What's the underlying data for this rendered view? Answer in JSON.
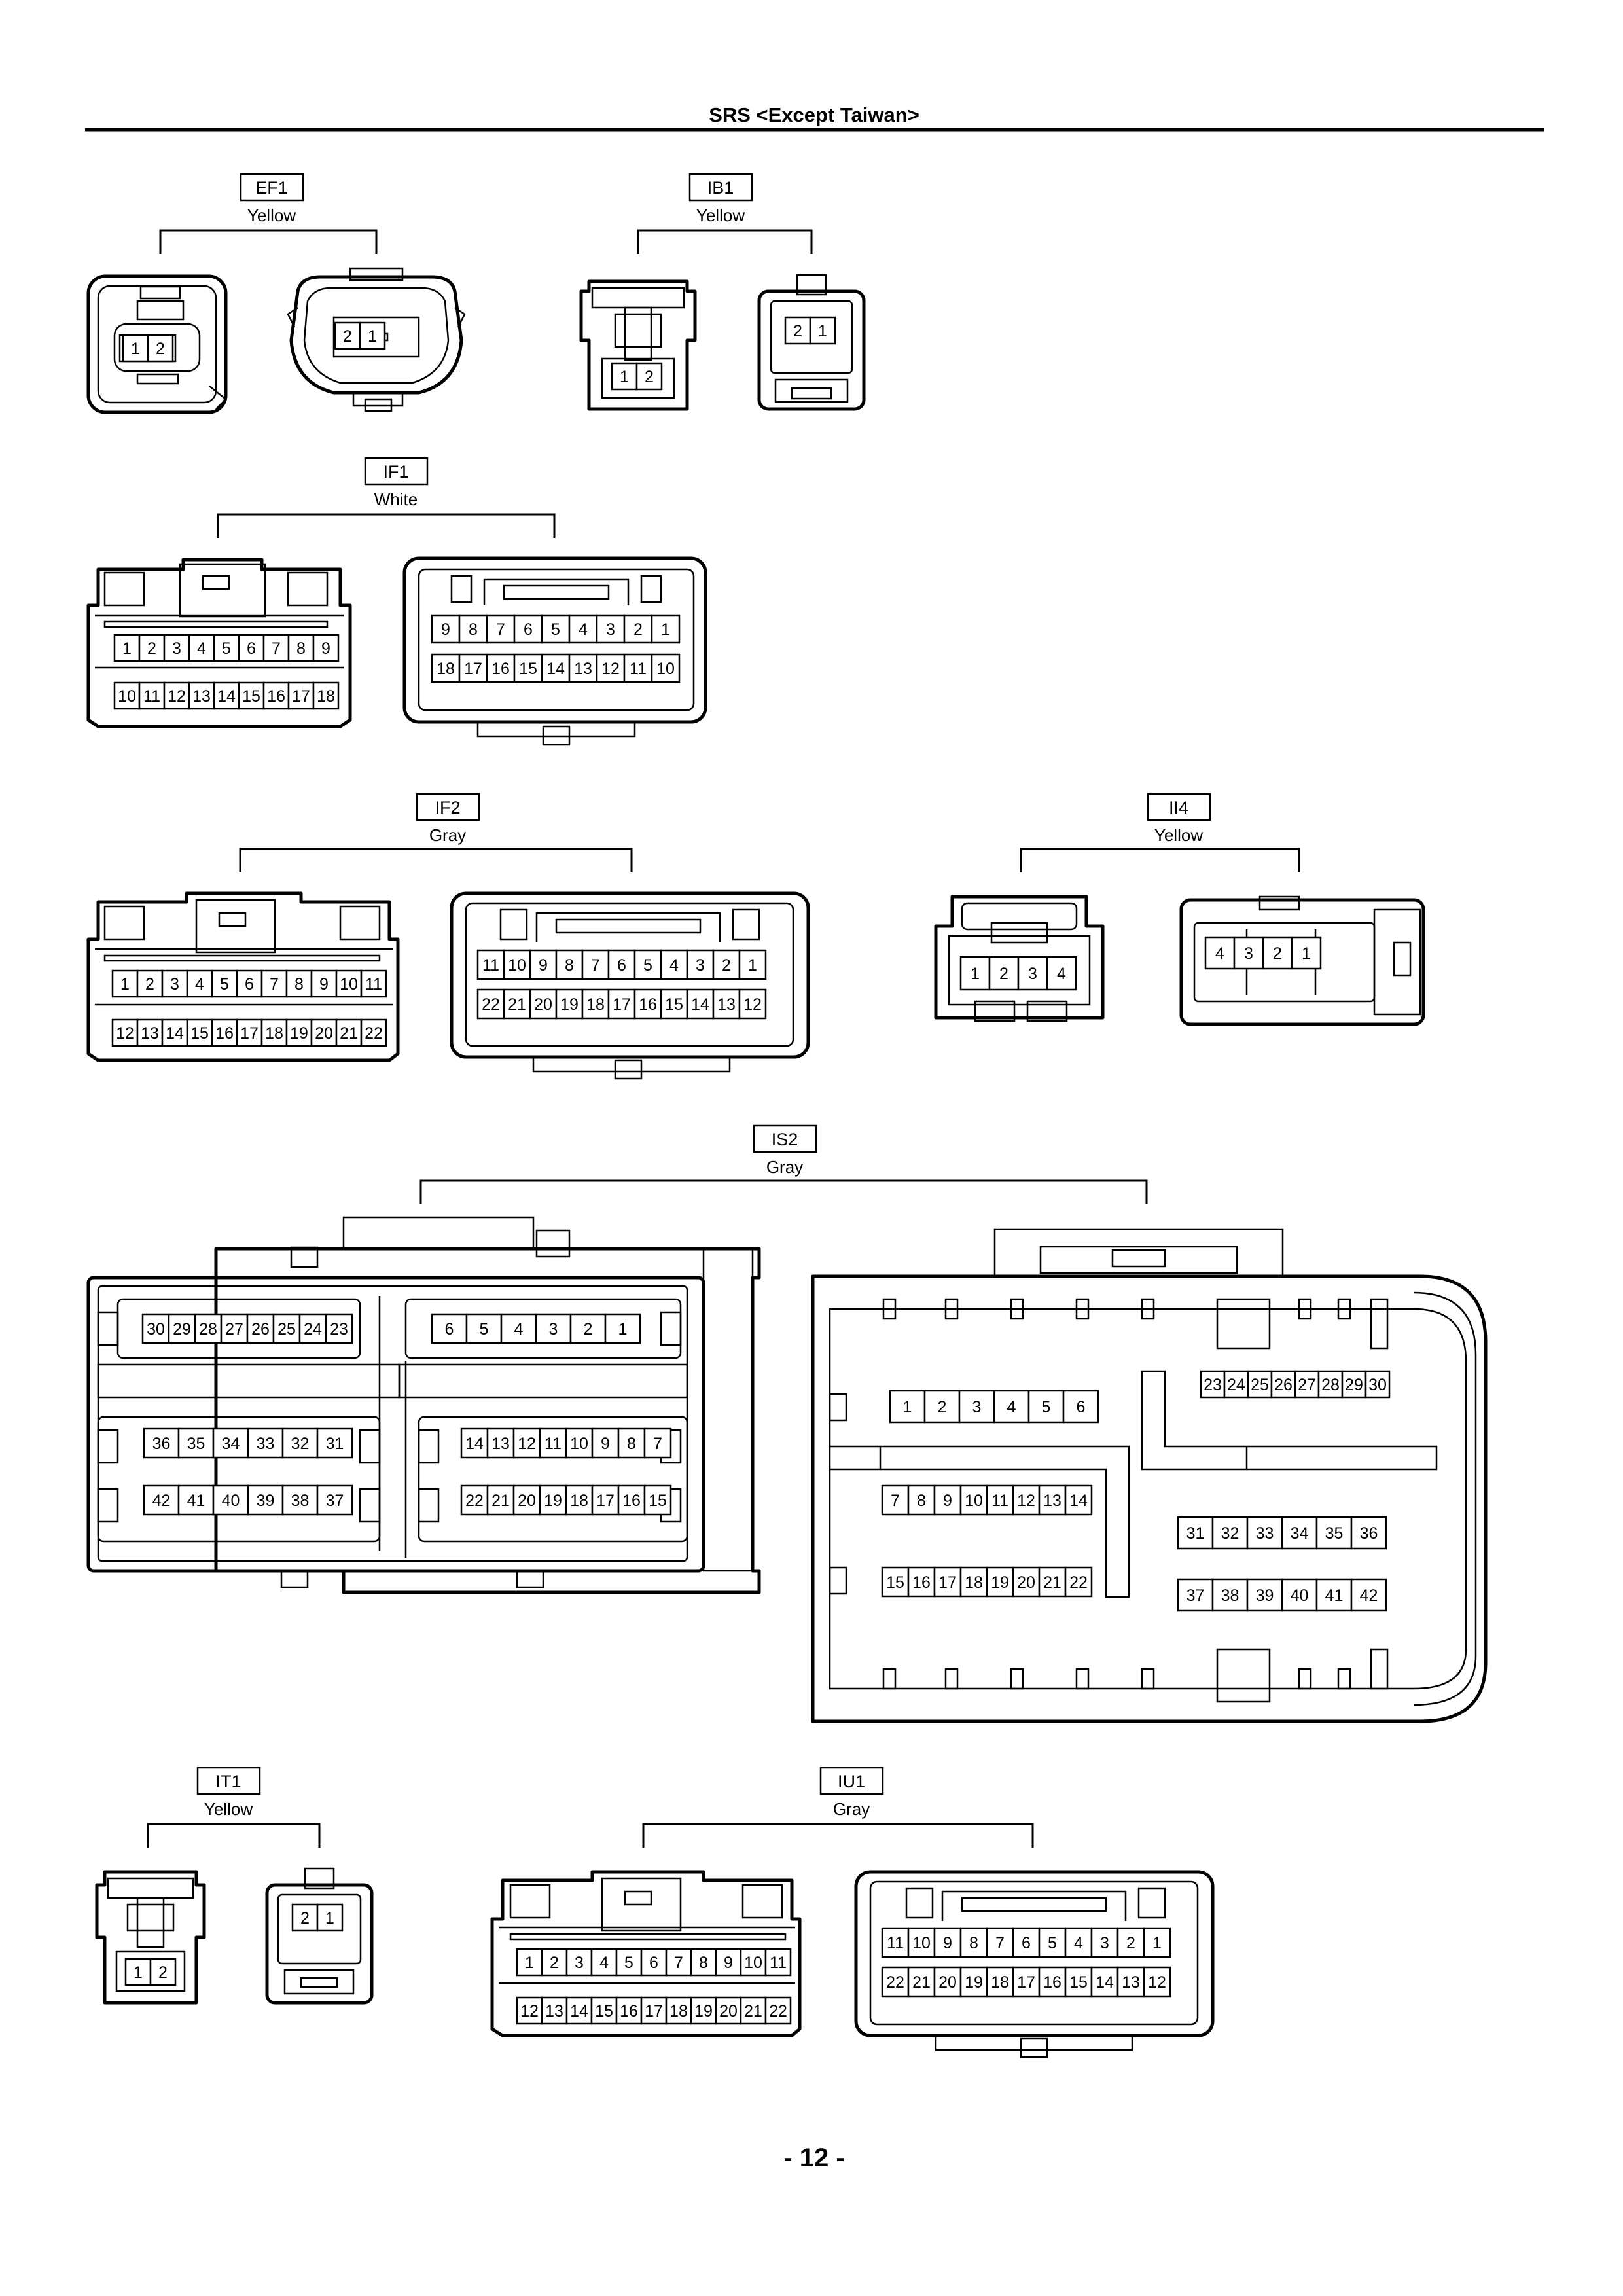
{
  "header": {
    "title": "SRS <Except Taiwan>"
  },
  "footer": {
    "page": "- 12 -"
  },
  "connectors": {
    "ef1": {
      "code": "EF1",
      "color": "Yellow",
      "left": {
        "pins": [
          "1",
          "2"
        ]
      },
      "right": {
        "pins": [
          "2",
          "1"
        ]
      }
    },
    "ib1": {
      "code": "IB1",
      "color": "Yellow",
      "left": {
        "pins": [
          "1",
          "2"
        ]
      },
      "right": {
        "pins": [
          "2",
          "1"
        ]
      }
    },
    "if1": {
      "code": "IF1",
      "color": "White",
      "left": {
        "rows": [
          [
            "1",
            "2",
            "3",
            "4",
            "5",
            "6",
            "7",
            "8",
            "9"
          ],
          [
            "10",
            "11",
            "12",
            "13",
            "14",
            "15",
            "16",
            "17",
            "18"
          ]
        ]
      },
      "right": {
        "rows": [
          [
            "9",
            "8",
            "7",
            "6",
            "5",
            "4",
            "3",
            "2",
            "1"
          ],
          [
            "18",
            "17",
            "16",
            "15",
            "14",
            "13",
            "12",
            "11",
            "10"
          ]
        ]
      }
    },
    "if2": {
      "code": "IF2",
      "color": "Gray",
      "left": {
        "rows": [
          [
            "1",
            "2",
            "3",
            "4",
            "5",
            "6",
            "7",
            "8",
            "9",
            "10",
            "11"
          ],
          [
            "12",
            "13",
            "14",
            "15",
            "16",
            "17",
            "18",
            "19",
            "20",
            "21",
            "22"
          ]
        ]
      },
      "right": {
        "rows": [
          [
            "11",
            "10",
            "9",
            "8",
            "7",
            "6",
            "5",
            "4",
            "3",
            "2",
            "1"
          ],
          [
            "22",
            "21",
            "20",
            "19",
            "18",
            "17",
            "16",
            "15",
            "14",
            "13",
            "12"
          ]
        ]
      }
    },
    "ii4": {
      "code": "II4",
      "color": "Yellow",
      "left": {
        "pins": [
          "1",
          "2",
          "3",
          "4"
        ]
      },
      "right": {
        "pins": [
          "4",
          "3",
          "2",
          "1"
        ]
      }
    },
    "is2": {
      "code": "IS2",
      "color": "Gray",
      "left": {
        "groups": [
          [
            "30",
            "29",
            "28",
            "27",
            "26",
            "25",
            "24",
            "23"
          ],
          [
            "6",
            "5",
            "4",
            "3",
            "2",
            "1"
          ],
          [
            "36",
            "35",
            "34",
            "33",
            "32",
            "31"
          ],
          [
            "42",
            "41",
            "40",
            "39",
            "38",
            "37"
          ],
          [
            "14",
            "13",
            "12",
            "11",
            "10",
            "9",
            "8",
            "7"
          ],
          [
            "22",
            "21",
            "20",
            "19",
            "18",
            "17",
            "16",
            "15"
          ]
        ]
      },
      "right": {
        "groups": [
          [
            "1",
            "2",
            "3",
            "4",
            "5",
            "6"
          ],
          [
            "7",
            "8",
            "9",
            "10",
            "11",
            "12",
            "13",
            "14"
          ],
          [
            "15",
            "16",
            "17",
            "18",
            "19",
            "20",
            "21",
            "22"
          ],
          [
            "23",
            "24",
            "25",
            "26",
            "27",
            "28",
            "29",
            "30"
          ],
          [
            "31",
            "32",
            "33",
            "34",
            "35",
            "36"
          ],
          [
            "37",
            "38",
            "39",
            "40",
            "41",
            "42"
          ]
        ]
      }
    },
    "it1": {
      "code": "IT1",
      "color": "Yellow",
      "left": {
        "pins": [
          "1",
          "2"
        ]
      },
      "right": {
        "pins": [
          "2",
          "1"
        ]
      }
    },
    "iu1": {
      "code": "IU1",
      "color": "Gray",
      "left": {
        "rows": [
          [
            "1",
            "2",
            "3",
            "4",
            "5",
            "6",
            "7",
            "8",
            "9",
            "10",
            "11"
          ],
          [
            "12",
            "13",
            "14",
            "15",
            "16",
            "17",
            "18",
            "19",
            "20",
            "21",
            "22"
          ]
        ]
      },
      "right": {
        "rows": [
          [
            "11",
            "10",
            "9",
            "8",
            "7",
            "6",
            "5",
            "4",
            "3",
            "2",
            "1"
          ],
          [
            "22",
            "21",
            "20",
            "19",
            "18",
            "17",
            "16",
            "15",
            "14",
            "13",
            "12"
          ]
        ]
      }
    }
  }
}
